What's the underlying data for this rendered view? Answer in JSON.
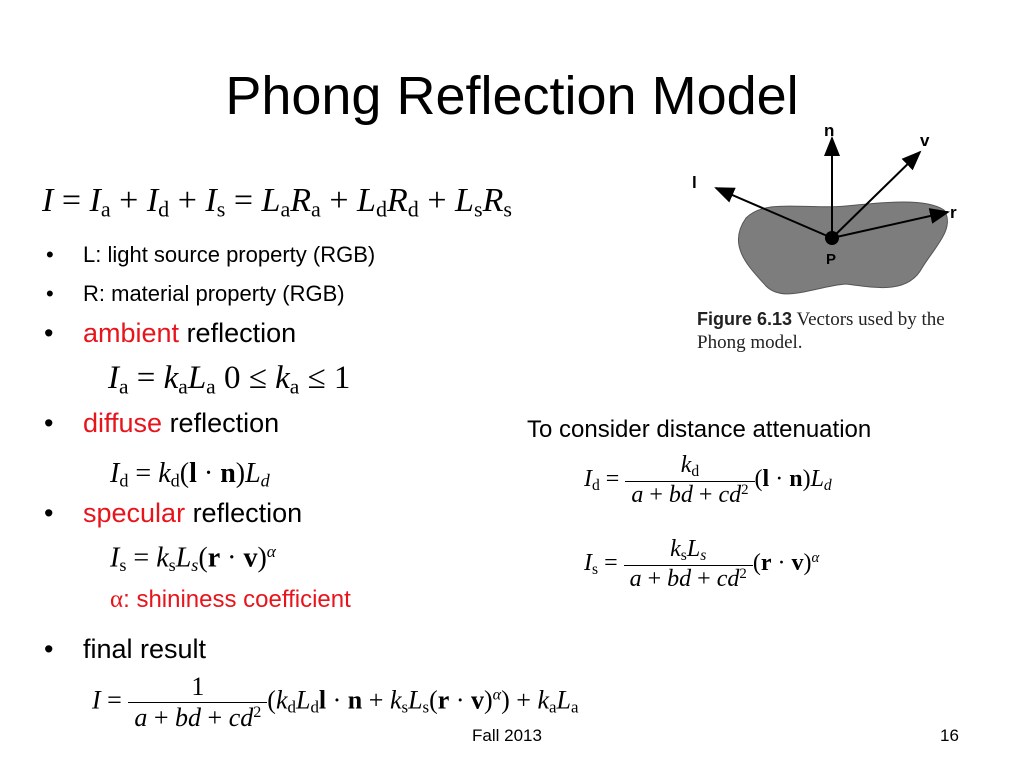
{
  "slide": {
    "title": "Phong Reflection Model",
    "bullets": {
      "light": "L: light source property (RGB)",
      "material": "R: material property (RGB)",
      "ambient_word": "ambient",
      "ambient_rest": " reflection",
      "diffuse_word": "diffuse",
      "diffuse_rest": " reflection",
      "specular_word": "specular",
      "specular_rest": " reflection",
      "alpha_symbol": "α",
      "alpha_note": ": shininess coefficient",
      "final": "final result"
    },
    "attenuation_note": "To consider distance attenuation",
    "figure": {
      "label_n": "n",
      "label_v": "v",
      "label_l": "l",
      "label_r": "r",
      "label_p": "P",
      "caption_fig": "Figure 6.13",
      "caption_text": " Vectors used by the Phong model."
    },
    "footer": {
      "term": "Fall 2013",
      "page": "16"
    }
  },
  "colors": {
    "accent_red": "#e8141b",
    "surface_gray": "#7d7d7d"
  }
}
